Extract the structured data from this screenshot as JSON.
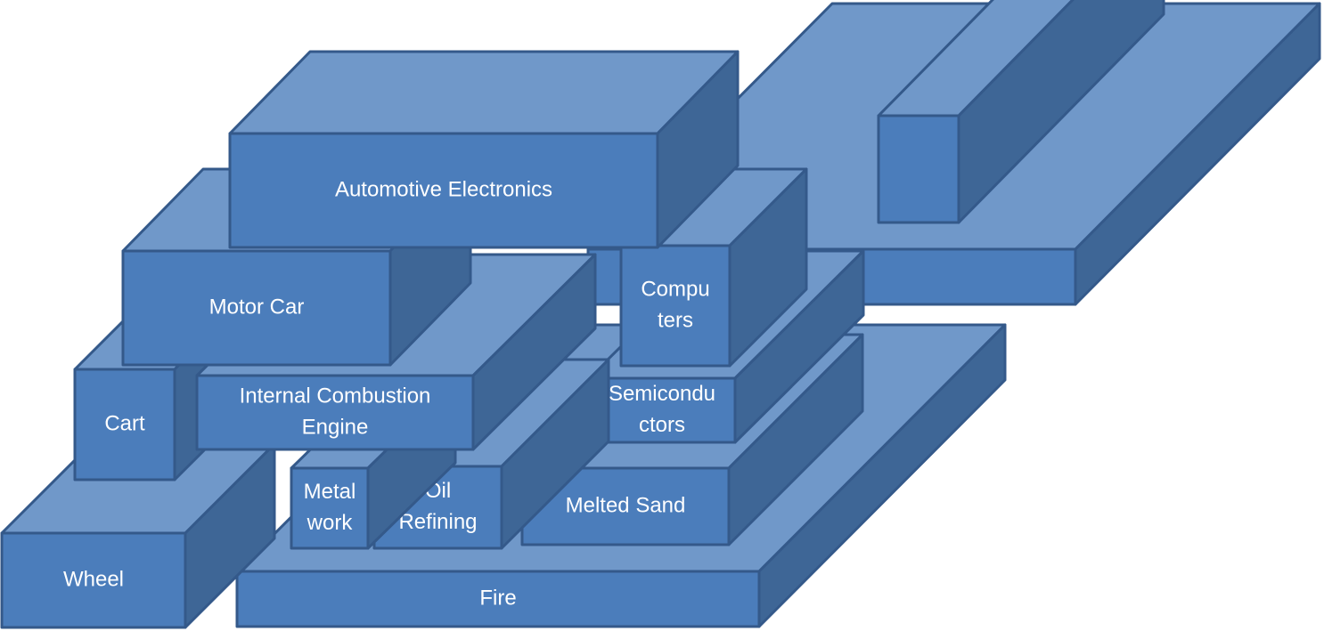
{
  "colors": {
    "top": "#7098c9",
    "side": "#3e6696",
    "front": "#4b7dbb",
    "edge": "#34598a",
    "text": "#ffffff"
  },
  "blocks": {
    "back_slab": {
      "lines": []
    },
    "back_slab_inner": {
      "lines": []
    },
    "fire": {
      "lines": [
        "Fire"
      ]
    },
    "melted_sand": {
      "lines": [
        "Melted Sand"
      ]
    },
    "semiconductors": {
      "lines": [
        "Semicondu",
        "ctors"
      ]
    },
    "computers": {
      "lines": [
        "Compu",
        "ters"
      ]
    },
    "oil_refining": {
      "lines": [
        "Oil",
        "Refining"
      ]
    },
    "metal_work": {
      "lines": [
        "Metal",
        "work"
      ]
    },
    "wheel": {
      "lines": [
        "Wheel"
      ]
    },
    "cart": {
      "lines": [
        "Cart"
      ]
    },
    "internal_combustion_engine": {
      "lines": [
        "Internal Combustion",
        "Engine"
      ]
    },
    "motor_car": {
      "lines": [
        "Motor Car"
      ]
    },
    "automotive_electronics": {
      "lines": [
        "Automotive Electronics"
      ]
    }
  }
}
